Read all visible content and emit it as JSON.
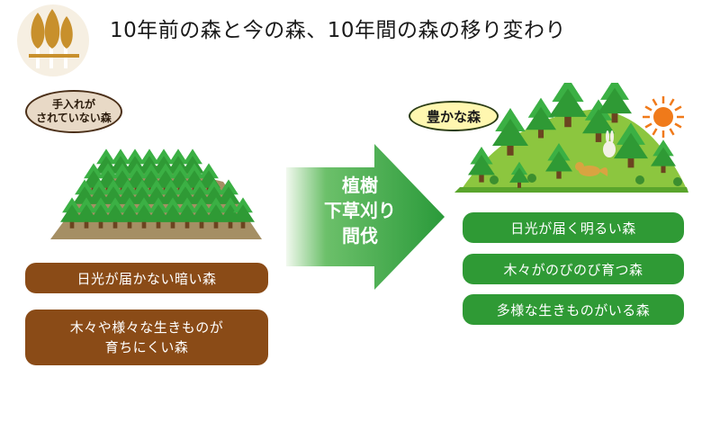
{
  "title": "10年前の森と今の森、10年間の森の移り変わり",
  "before": {
    "tag_line1": "手入れが",
    "tag_line2": "されていない森",
    "items": [
      "日光が届かない暗い森",
      "木々や様々な生きものが",
      "育ちにくい森"
    ]
  },
  "arrow": {
    "line1": "植樹",
    "line2": "下草刈り",
    "line3": "間伐"
  },
  "after": {
    "tag": "豊かな森",
    "items": [
      "日光が届く明るい森",
      "木々がのびのび育つ森",
      "多様な生きものがいる森"
    ]
  },
  "colors": {
    "brown": "#8a4b17",
    "green": "#2f9a35",
    "logo_bg": "#f6efe2",
    "logo_tree": "#c8902c",
    "arrow_start": "#e8f4e4",
    "arrow_end": "#2a9a3a"
  },
  "icons": [
    "forest-logo-icon",
    "dense-forest-hill",
    "rich-forest-hill",
    "sun-icon",
    "rabbit-icon",
    "fox-icon"
  ]
}
